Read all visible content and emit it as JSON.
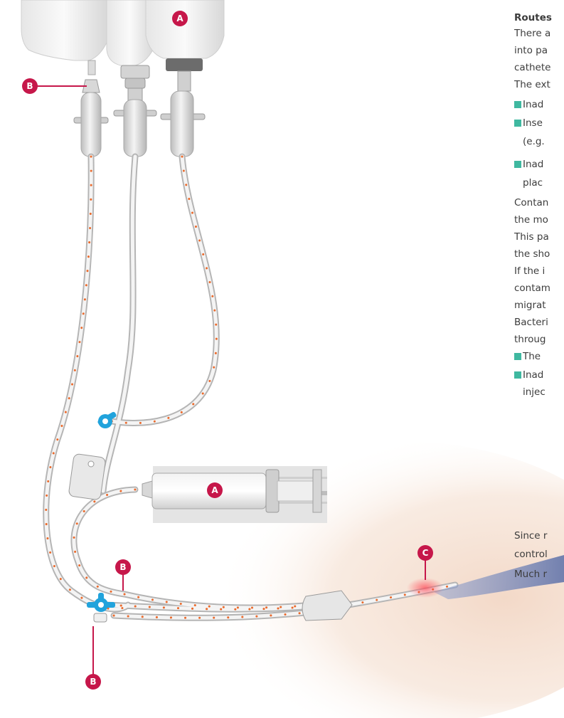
{
  "labels": {
    "A": "A",
    "B": "B",
    "C": "C"
  },
  "colors": {
    "label_fill": "#c6174a",
    "dot": "#ea6a2c",
    "bullet": "#3fb8a0",
    "stopcock": "#21a3dc",
    "contamination_glow": "#ff4d5a",
    "skin": "#f2d7c6",
    "vein": "#5b6fa8"
  },
  "text_fragments": [
    "Routes",
    "There a",
    "into pa",
    "cathete",
    "The ext",
    "Inad",
    "Inse",
    "(e.g.",
    "Inad",
    "plac",
    "Contan",
    "the mo",
    "This pa",
    "the sho",
    "If the i",
    "contam",
    "migrat",
    "Bacteri",
    "throug",
    "The",
    "Inad",
    "injec",
    "Since r",
    "control",
    "Much r"
  ]
}
